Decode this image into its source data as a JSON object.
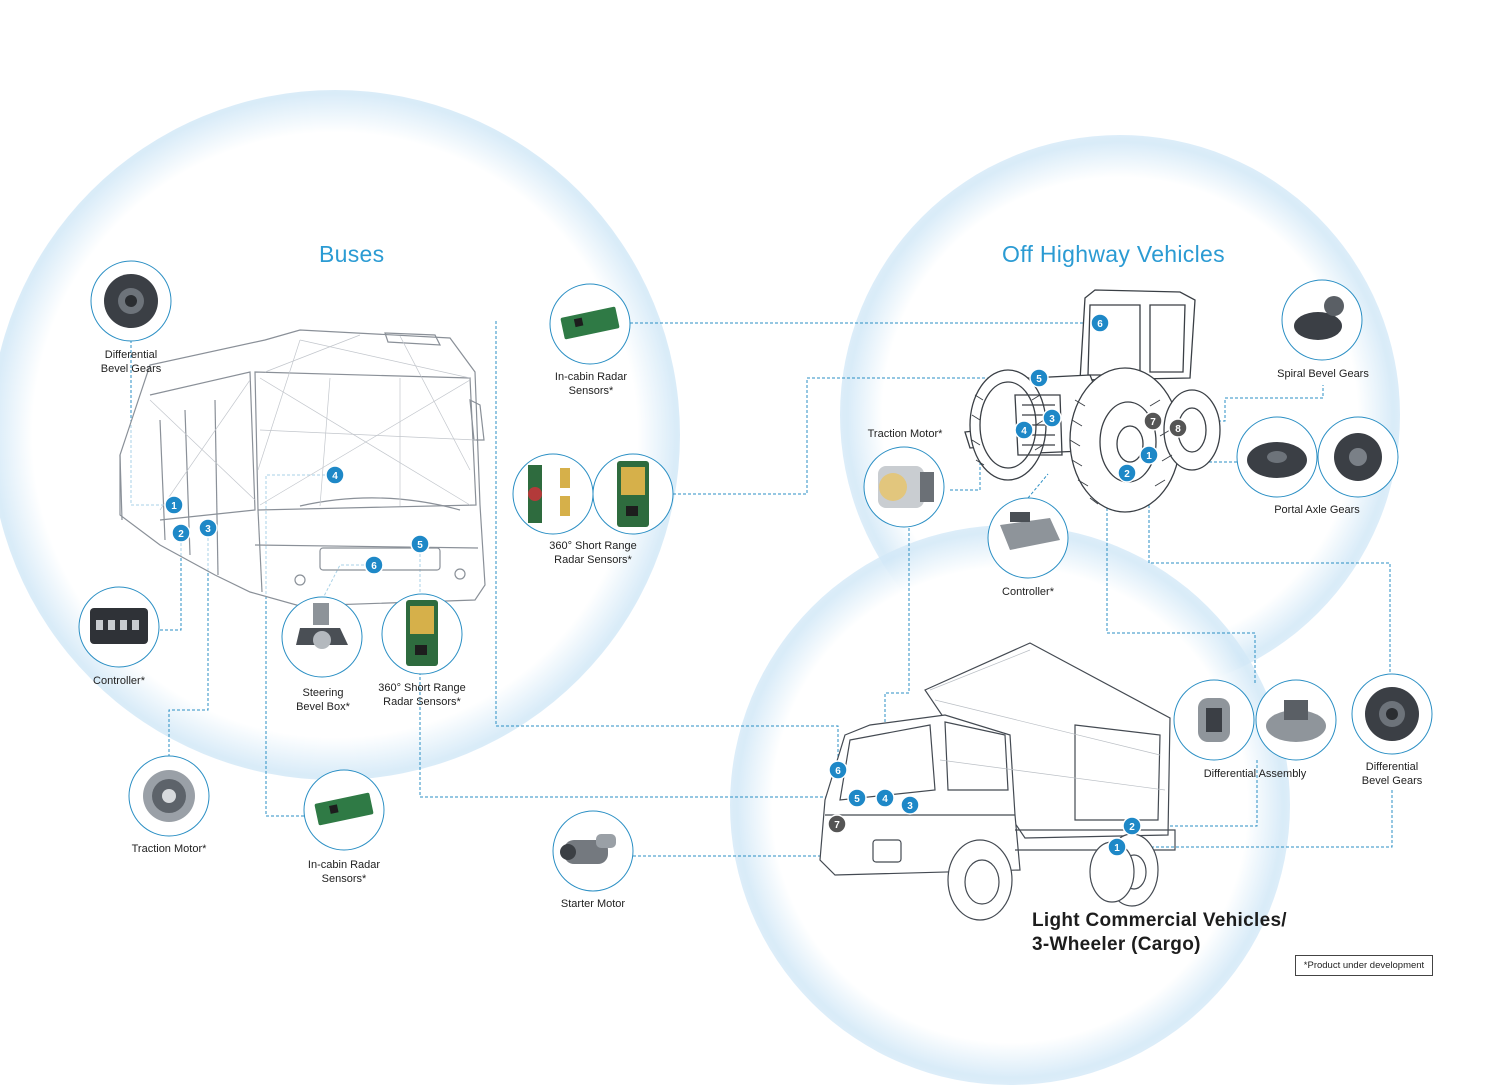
{
  "vehicles": {
    "buses": {
      "title": "Buses"
    },
    "off_highway": {
      "title": "Off Highway Vehicles"
    },
    "lcv": {
      "title_line1": "Light Commercial Vehicles/",
      "title_line2": "3-Wheeler (Cargo)"
    }
  },
  "components": {
    "bus_differential": {
      "line1": "Differential",
      "line2": "Bevel Gears"
    },
    "bus_controller": {
      "line1": "Controller*"
    },
    "bus_traction": {
      "line1": "Traction Motor*"
    },
    "bus_incabin": {
      "line1": "In-cabin Radar",
      "line2": "Sensors*"
    },
    "bus_steering": {
      "line1": "Steering",
      "line2": "Bevel Box*"
    },
    "bus_360": {
      "line1": "360° Short Range",
      "line2": "Radar Sensors*"
    },
    "center_incabin": {
      "line1": "In-cabin Radar",
      "line2": "Sensors*"
    },
    "center_360": {
      "line1": "360° Short Range",
      "line2": "Radar Sensors*"
    },
    "starter": {
      "line1": "Starter Motor"
    },
    "ohv_traction": {
      "line1": "Traction Motor*"
    },
    "ohv_controller": {
      "line1": "Controller*"
    },
    "spiral": {
      "line1": "Spiral Bevel Gears"
    },
    "portal": {
      "line1": "Portal Axle Gears"
    },
    "diff_assembly": {
      "line1": "Differential Assembly"
    },
    "lcv_differential": {
      "line1": "Differential",
      "line2": "Bevel Gears"
    }
  },
  "markers": {
    "bus": [
      "1",
      "2",
      "3",
      "4",
      "5",
      "6"
    ],
    "ohv": [
      "1",
      "2",
      "3",
      "4",
      "5",
      "6",
      "7",
      "8"
    ],
    "lcv": [
      "1",
      "2",
      "3",
      "4",
      "5",
      "6",
      "7"
    ]
  },
  "footnote": "*Product under development",
  "colors": {
    "accent": "#2b9bd3",
    "marker_blue": "#1e88c7",
    "marker_gray": "#555555",
    "connector": "#2b8fc4"
  }
}
